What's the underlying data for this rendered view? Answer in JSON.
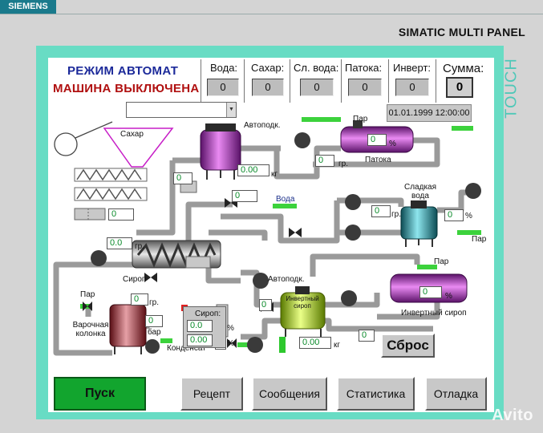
{
  "device": {
    "brand": "SIEMENS",
    "model": "SIMATIC MULTI PANEL",
    "touch": "TOUCH"
  },
  "header": {
    "mode": "РЕЖИМ АВТОМАТ",
    "machine_state": "МАШИНА ВЫКЛЮЧЕНА",
    "counters": [
      {
        "label": "Вода:",
        "value": "0"
      },
      {
        "label": "Сахар:",
        "value": "0"
      },
      {
        "label": "Сл. вода:",
        "value": "0"
      },
      {
        "label": "Патока:",
        "value": "0"
      },
      {
        "label": "Инверт:",
        "value": "0"
      }
    ],
    "sum": {
      "label": "Сумма:",
      "value": "0"
    }
  },
  "recipe_select": {
    "value": ""
  },
  "datetime": "01.01.1999 12:00:00",
  "process": {
    "sugar": "Сахар",
    "autopod1": "Автоподк.",
    "autopod2": "Автоподк.",
    "steam": "Пар",
    "molasses": "Патока",
    "water": "Вода",
    "sweet_water": "Сладкая вода",
    "syrup": "Сироп",
    "boiler": "Варочная колонка",
    "invert_tank": "Инвертный сироп",
    "invert_syrup": "Инвертный сироп",
    "syrup_panel": "Сироп:",
    "condensate": "Конденсат",
    "bar": "бар",
    "deg": "гр.",
    "pct": "%",
    "kg": "кг"
  },
  "fields": {
    "molasses_pct": "0",
    "molasses_temp": "0",
    "autopod_kg": "0.00",
    "sugar_left": "0",
    "water": "0",
    "sugar_qty": "0",
    "sugar_temp": "0.0",
    "sweet_temp": "0",
    "sweet_pct": "0",
    "invert_pct": "0",
    "boiler_temp": "0",
    "boiler_bar": "0",
    "syrup_val1": "0.0",
    "syrup_val2": "0.00",
    "syrup_pct1": "0",
    "syrup_pct2": "0",
    "invert_tank_val": "0",
    "invert_kg": "0.00",
    "invert_lower": "0"
  },
  "buttons": {
    "reset": "Сброс",
    "start": "Пуск",
    "recipe": "Рецепт",
    "messages": "Сообщения",
    "statistics": "Статистика",
    "debug": "Отладка"
  },
  "watermark": "Avito"
}
